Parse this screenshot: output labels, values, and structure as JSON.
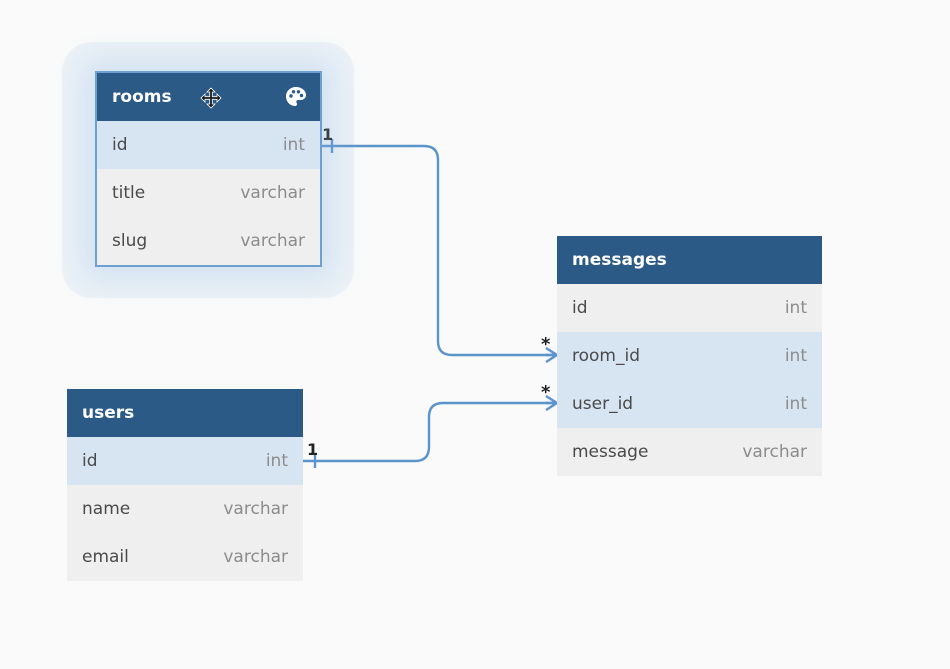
{
  "tables": {
    "rooms": {
      "title": "rooms",
      "fields": [
        {
          "name": "id",
          "type": "int"
        },
        {
          "name": "title",
          "type": "varchar"
        },
        {
          "name": "slug",
          "type": "varchar"
        }
      ]
    },
    "messages": {
      "title": "messages",
      "fields": [
        {
          "name": "id",
          "type": "int"
        },
        {
          "name": "room_id",
          "type": "int"
        },
        {
          "name": "user_id",
          "type": "int"
        },
        {
          "name": "message",
          "type": "varchar"
        }
      ]
    },
    "users": {
      "title": "users",
      "fields": [
        {
          "name": "id",
          "type": "int"
        },
        {
          "name": "name",
          "type": "varchar"
        },
        {
          "name": "email",
          "type": "varchar"
        }
      ]
    }
  },
  "relationships": [
    {
      "from": "rooms.id",
      "to": "messages.room_id",
      "from_card": "1",
      "to_card": "*"
    },
    {
      "from": "users.id",
      "to": "messages.user_id",
      "from_card": "1",
      "to_card": "*"
    }
  ],
  "colors": {
    "header": "#2c5a87",
    "highlight": "#d7e5f2",
    "link": "#5b93cc"
  },
  "icons": {
    "move": "move-arrows-icon",
    "palette": "palette-icon"
  }
}
